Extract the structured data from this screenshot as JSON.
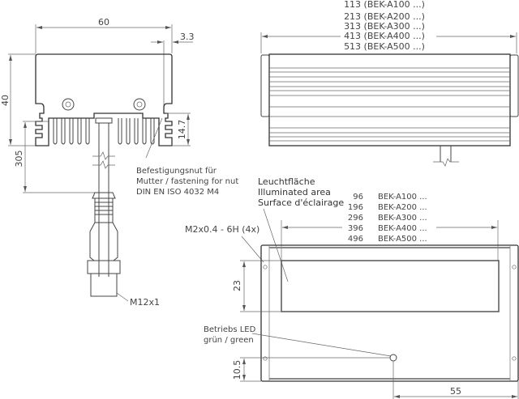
{
  "drawing": {
    "side_view": {
      "width_dim": "60",
      "offset_dim": "3.3",
      "height_dim": "40",
      "fin_dim": "14.7",
      "cable_dim": "305",
      "fastening_note": [
        "Befestigungsnut für",
        "Mutter / fastening for nut",
        "DIN EN ISO 4032 M4"
      ],
      "connector_label": "M12x1"
    },
    "top_view": {
      "length_dims": [
        "113 (BEK-A100 ...)",
        "213 (BEK-A200 ...)",
        "313 (BEK-A300 ...)",
        "413 (BEK-A400 ...)",
        "513 (BEK-A500 ...)"
      ]
    },
    "front_view": {
      "illuminated_label": [
        "Leuchtfläche",
        "Illuminated area",
        "Surface d'éclairage"
      ],
      "area_dims": [
        {
          "value": "96",
          "model": "BEK-A100 ..."
        },
        {
          "value": "196",
          "model": "BEK-A200 ..."
        },
        {
          "value": "296",
          "model": "BEK-A300 ..."
        },
        {
          "value": "396",
          "model": "BEK-A400 ..."
        },
        {
          "value": "496",
          "model": "BEK-A500 ..."
        }
      ],
      "thread_label": "M2x0.4 - 6H (4x)",
      "height_dim": "23",
      "led_label": [
        "Betriebs LED",
        "grün / green"
      ],
      "led_offset_dim": "10.5",
      "led_pos_dim": "55"
    }
  }
}
